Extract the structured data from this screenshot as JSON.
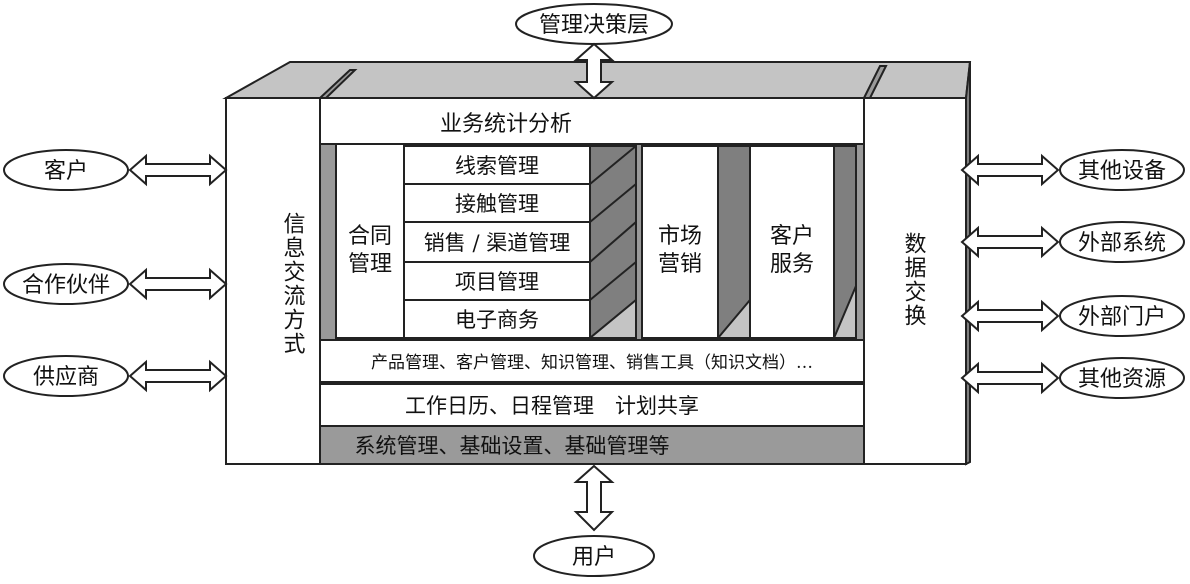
{
  "top_node": "管理决策层",
  "bottom_node": "用户",
  "left_nodes": [
    "客户",
    "合作伙伴",
    "供应商"
  ],
  "right_nodes": [
    "其他设备",
    "外部系统",
    "外部门户",
    "其他资源"
  ],
  "left_column": "信息交流方式",
  "right_column": "数据交换",
  "top_band": "业务统计分析",
  "contract": [
    "合同",
    "管理"
  ],
  "stack_items": [
    "线索管理",
    "接触管理",
    "销售 / 渠道管理",
    "项目管理",
    "电子商务"
  ],
  "market": [
    "市场",
    "营销"
  ],
  "service": [
    "客户",
    "服务"
  ],
  "band_products": "产品管理、客户管理、知识管理、销售工具（知识文档）…",
  "band_calendar": "工作日历、日程管理　计划共享",
  "band_system": "系统管理、基础设置、基础管理等",
  "colors": {
    "outline": "#222222",
    "fill_gray": "#9a9a9a",
    "fill_light": "#c4c4c4",
    "fill_dark": "#7f7f7f"
  }
}
